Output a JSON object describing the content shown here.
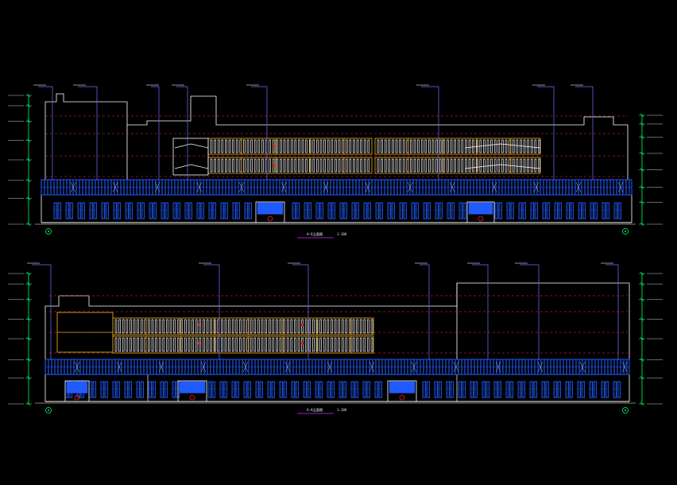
{
  "drawing": {
    "background": "#000000",
    "colors": {
      "outline": "#ffffff",
      "glass": "#1f5bff",
      "window_frame": "#e0a020",
      "leader": "#7070ff",
      "dashed": "#ff3030",
      "dimension": "#00ff66",
      "marker": "#ff2020"
    },
    "elevations": [
      {
        "id": "upper",
        "title": "A-G立面图",
        "scale": "1:100"
      },
      {
        "id": "lower",
        "title": "G-A立面图",
        "scale": "1:100"
      }
    ]
  }
}
